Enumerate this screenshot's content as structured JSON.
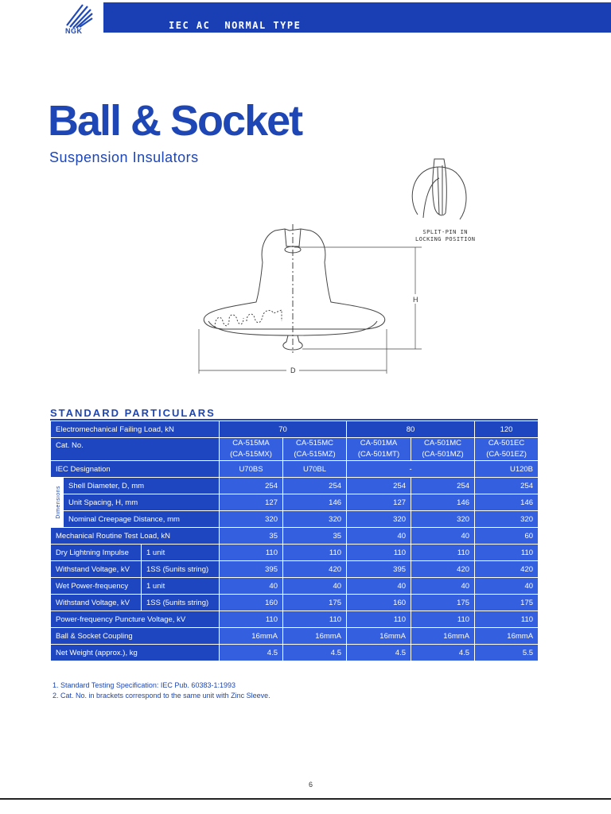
{
  "header": {
    "logo_text": "NGK",
    "title_part1": "IEC AC",
    "title_part2": "NORMAL TYPE",
    "brand_color": "#1a3fb5"
  },
  "title": "Ball & Socket",
  "subtitle": "Suspension Insulators",
  "drawing": {
    "split_pin_note_line1": "SPLIT-PIN IN",
    "split_pin_note_line2": "LOCKING POSITION",
    "label_h": "H",
    "label_d": "D"
  },
  "section_title": "STANDARD PARTICULARS",
  "table": {
    "load_label": "Electromechanical Failing Load, kN",
    "load_groups": [
      "70",
      "80",
      "120"
    ],
    "cat_label": "Cat. No.",
    "cat_numbers": [
      [
        "CA-515MA",
        "(CA-515MX)"
      ],
      [
        "CA-515MC",
        "(CA-515MZ)"
      ],
      [
        "CA-501MA",
        "(CA-501MT)"
      ],
      [
        "CA-501MC",
        "(CA-501MZ)"
      ],
      [
        "CA-501EC",
        "(CA-501EZ)"
      ]
    ],
    "iec_label": "IEC Designation",
    "iec_values": [
      "U70BS",
      "U70BL",
      "-",
      "U120B"
    ],
    "dimensions_label": "Dimensions",
    "shell_label": "Shell Diameter, D, mm",
    "shell_values": [
      "254",
      "254",
      "254",
      "254",
      "254"
    ],
    "spacing_label": "Unit Spacing, H, mm",
    "spacing_values": [
      "127",
      "146",
      "127",
      "146",
      "146"
    ],
    "creepage_label": "Nominal Creepage Distance, mm",
    "creepage_values": [
      "320",
      "320",
      "320",
      "320",
      "320"
    ],
    "mech_label": "Mechanical Routine Test Load, kN",
    "mech_values": [
      "35",
      "35",
      "40",
      "40",
      "60"
    ],
    "dry_label1": "Dry Lightning Impulse",
    "dry_label2": "Withstand Voltage, kV",
    "unit_label": "1 unit",
    "string_label": "1SS (5units string)",
    "dry_unit_values": [
      "110",
      "110",
      "110",
      "110",
      "110"
    ],
    "dry_string_values": [
      "395",
      "420",
      "395",
      "420",
      "420"
    ],
    "wet_label1": "Wet Power-frequency",
    "wet_label2": "Withstand Voltage, kV",
    "wet_unit_values": [
      "40",
      "40",
      "40",
      "40",
      "40"
    ],
    "wet_string_values": [
      "160",
      "175",
      "160",
      "175",
      "175"
    ],
    "puncture_label": "Power-frequency Puncture Voltage, kV",
    "puncture_values": [
      "110",
      "110",
      "110",
      "110",
      "110"
    ],
    "coupling_label": "Ball & Socket Coupling",
    "coupling_values": [
      "16mmA",
      "16mmA",
      "16mmA",
      "16mmA",
      "16mmA"
    ],
    "weight_label": "Net Weight (approx.), kg",
    "weight_values": [
      "4.5",
      "4.5",
      "4.5",
      "4.5",
      "5.5"
    ]
  },
  "notes": [
    "1. Standard Testing Specification: IEC Pub. 60383-1:1993",
    "2. Cat. No. in brackets correspond to the same unit with Zinc Sleeve."
  ],
  "page_number": "6"
}
